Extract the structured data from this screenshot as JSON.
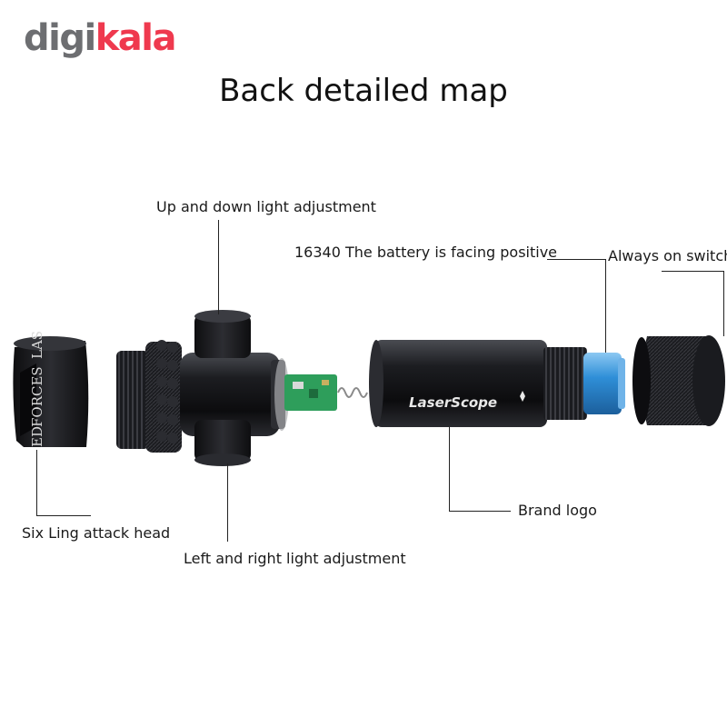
{
  "brand": {
    "part1": "digi",
    "part2": "kala",
    "color_gray": "#6d6e71",
    "color_red": "#ef394e"
  },
  "title": "Back detailed map",
  "labels": {
    "up_down": "Up and down light adjustment",
    "battery": "16340 The battery is facing positive",
    "switch": "Always on switch",
    "brand_logo": "Brand logo",
    "attack_head": "Six Ling attack head",
    "left_right": "Left and right light adjustment"
  },
  "product_text": {
    "cap_forces": "FORCES",
    "cap_las": "LAS",
    "cap_ed": "ED",
    "tube_logo": "LaserScope"
  },
  "colors": {
    "body": "#17181b",
    "battery": "#2f8fd8",
    "pcb": "#2e9e5b"
  }
}
